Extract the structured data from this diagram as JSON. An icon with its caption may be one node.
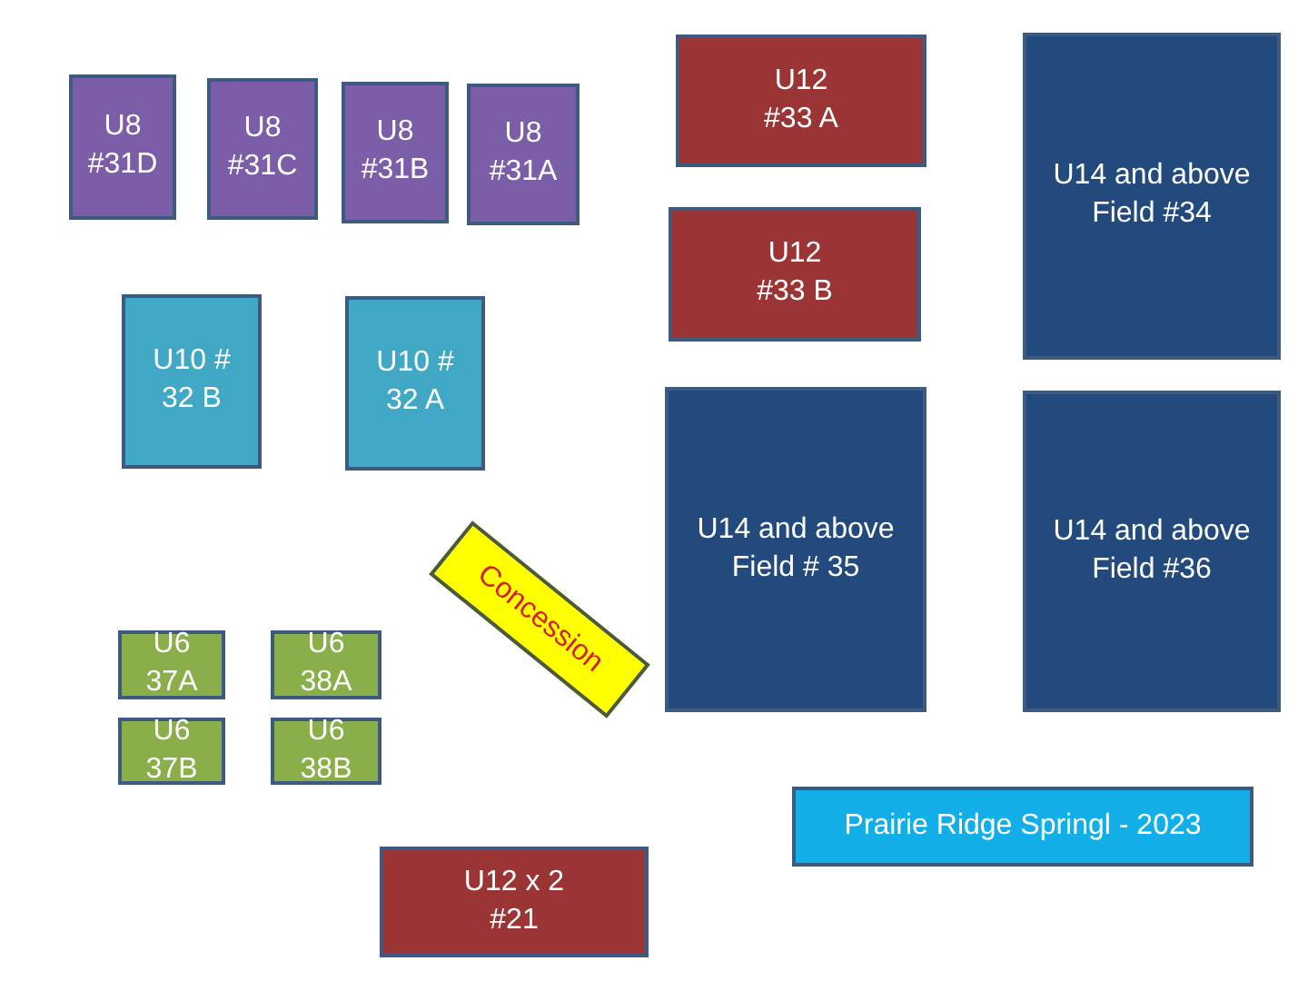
{
  "diagram": {
    "nodes": [
      {
        "text": [
          "U8 #31D"
        ]
      },
      {
        "text": [
          "U8 #31C"
        ]
      },
      {
        "text": [
          "U8 #31B"
        ]
      },
      {
        "text": [
          "U8 #31A"
        ]
      },
      {
        "text": [
          "U12 #33 A"
        ]
      },
      {
        "text": [
          "U14 and above Field #34"
        ]
      },
      {
        "text": [
          "U12 #33 B"
        ]
      },
      {
        "text": [
          "U10 # 32 B"
        ]
      },
      {
        "text": [
          "U10 # 32 A"
        ]
      },
      {
        "text": [
          "U14 and above Field # 35"
        ]
      },
      {
        "text": [
          "U14 and above Field #36"
        ]
      },
      {
        "text": [
          "Concession"
        ]
      },
      {
        "text": [
          "U6 37A"
        ]
      },
      {
        "text": [
          "U6 38A"
        ]
      },
      {
        "text": [
          "U6 37B"
        ]
      },
      {
        "text": [
          "U6 38B"
        ]
      },
      {
        "text": [
          "Prairie Ridge Springl - 2023"
        ]
      },
      {
        "text": [
          "U12 x 2 #21"
        ]
      }
    ],
    "edges": []
  }
}
